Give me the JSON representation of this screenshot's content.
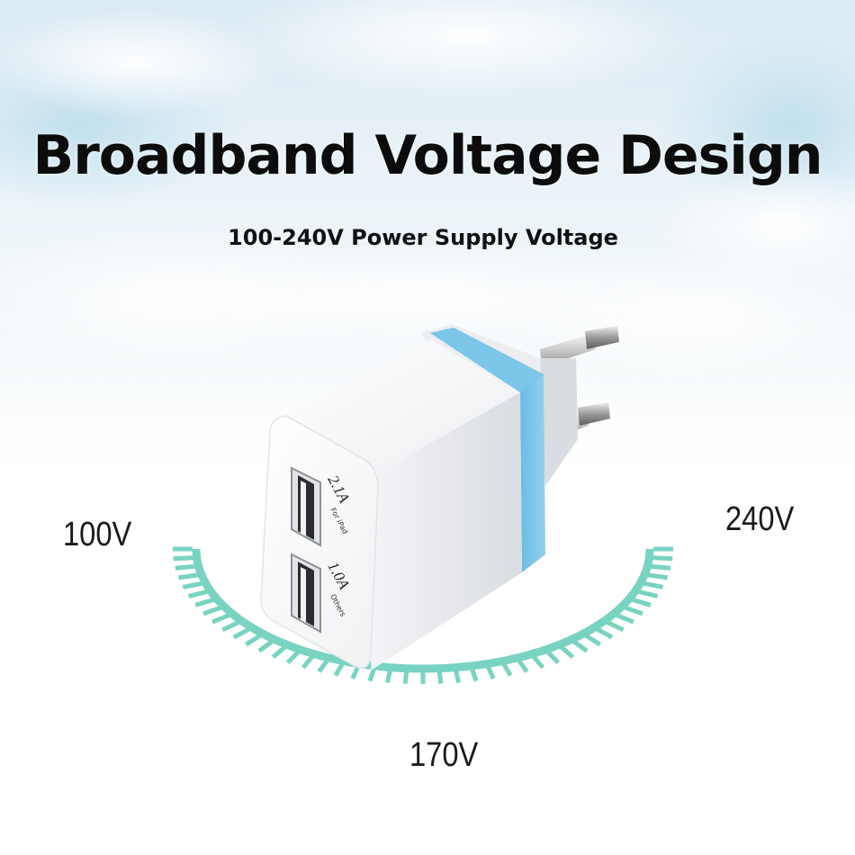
{
  "title": "Broadband Voltage Design",
  "subtitle": "100-240V Power Supply Voltage",
  "gauge": {
    "left_label": "100V",
    "bottom_label": "170V",
    "right_label": "240V",
    "color": "#79d3c1"
  },
  "charger": {
    "port_top_label": "2.1A",
    "port_top_sub": "For iPad",
    "port_bottom_label": "1.0A",
    "port_bottom_sub": "Others",
    "accent_color": "#4aaee0"
  }
}
